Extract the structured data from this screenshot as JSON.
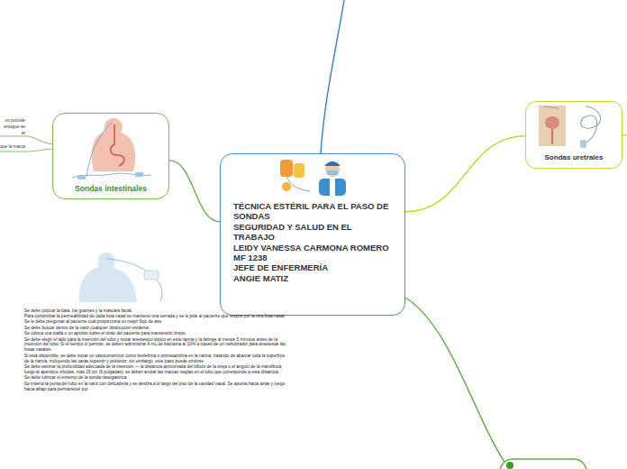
{
  "diagram": {
    "nodes": [
      {
        "text": [
          "TÉCNICA ESTÉRIL PARA EL PASO DE SONDAS",
          "SEGURIDAD Y SALUD EN EL TRABAJO",
          "LEIDY VANESSA CARMONA ROMERO",
          "MF 1238",
          "JEFE DE ENFERMERÍA",
          "ANGIE MATIZ"
        ]
      },
      {
        "text": [
          "Sondas intestinales"
        ]
      },
      {
        "text": [
          "Sondas uretrales"
        ]
      }
    ],
    "edges": [
      {
        "from": 0,
        "to": 1,
        "arrow": "none"
      },
      {
        "from": 0,
        "to": 2,
        "arrow": "none"
      }
    ],
    "labels": [
      "un pocode",
      "entoque se",
      "ar",
      "que la marca",
      "Se debe colocar la bata, los guantes y la máscara facial.",
      "Para comprobar la permeabilidad de cada fosa nasal se mantiene una cerrada y se le pide al paciente que respire por la otra fosa nasal. Se le debe preguntar al paciente cuál proporciona un mejor flujo de aire.",
      "Se debe buscar dentro de la nariz cualquier obstrucción evidente.",
      "Se coloca una toalla o un apósito sobre el tórax del paciente para mantenerlo limpio.",
      "Se debe elegir el lado para la inserción del tubo y rociar anestésico tópico en esta narina y la faringe al menos 5 minutos antes de la inserción del tubo. Si el tiempo lo permite, se deben administrar 4 mL de lidocaína al 10% a través de un nebulizador para anestesiar las fosas nasales.",
      "Si está disponible, se debe rociar un vasoconstrictor como fenilefrina o oximetazolina en la narina, tratando de abarcar toda la superficie de la narina, incluyendo las caras superior y posterior; sin embargo, este paso puede omitirse.",
      "Se debe estimar la profundidad adecuada de la inserción — la distancia aproximada del lóbulo de la oreja o el ángulo de la mandíbula; luego al apéndice xifoides, más 15 cm (6 pulgadas); se deben anotar las marcas negras en el tubo que corresponde a esta distancia.",
      "Se debe lubricar el extremo de la sonda nasogástrica.",
      "Se inserta la punta del tubo en la nariz con delicadeza y se desliza a lo largo del piso de la cavidad nasal. Se apunta hacia atrás y luego hacia abajo para permanecer por"
    ]
  }
}
